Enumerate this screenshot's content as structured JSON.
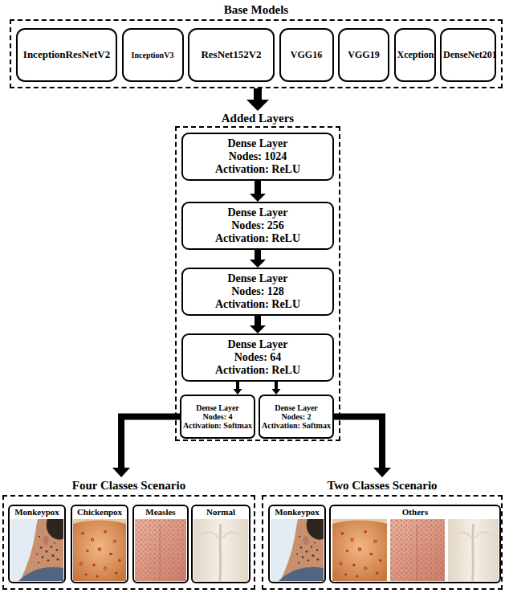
{
  "diagram": {
    "nodes": [
      {
        "text": [
          "Base Models"
        ]
      },
      {
        "text": [
          "InceptionResNetV2"
        ],
        "in": 0
      },
      {
        "text": [
          "InceptionV3"
        ],
        "in": 0
      },
      {
        "text": [
          "ResNet152V2"
        ],
        "in": 0
      },
      {
        "text": [
          "VGG16"
        ],
        "in": 0
      },
      {
        "text": [
          "VGG19"
        ],
        "in": 0
      },
      {
        "text": [
          "Xception"
        ],
        "in": 0
      },
      {
        "text": [
          "DenseNet201"
        ],
        "in": 0
      },
      {
        "text": [
          "Added Layers"
        ]
      },
      {
        "text": [
          "Dense Layer",
          "Nodes: 1024",
          "Activation: ReLU"
        ],
        "in": 8
      },
      {
        "text": [
          "Dense Layer",
          "Nodes: 256",
          "Activation: ReLU"
        ],
        "in": 8
      },
      {
        "text": [
          "Dense Layer",
          "Nodes: 128",
          "Activation: ReLU"
        ],
        "in": 8
      },
      {
        "text": [
          "Dense Layer",
          "Nodes: 64",
          "Activation: ReLU"
        ],
        "in": 8
      },
      {
        "text": [
          "Dense Layer",
          "Nodes: 4",
          "Activation: Softmax"
        ],
        "in": 8
      },
      {
        "text": [
          "Dense Layer",
          "Nodes: 2",
          "Activation: Softmax"
        ],
        "in": 8
      },
      {
        "text": [
          "Four Classes Scenario"
        ]
      },
      {
        "text": [
          "Monkeypox"
        ],
        "in": 15
      },
      {
        "text": [
          "Chickenpox"
        ],
        "in": 15
      },
      {
        "text": [
          "Measles"
        ],
        "in": 15
      },
      {
        "text": [
          "Normal"
        ],
        "in": 15
      },
      {
        "text": [
          "Two Classes Scenario"
        ]
      },
      {
        "text": [
          "Monkeypox"
        ],
        "in": 20
      },
      {
        "text": [
          "Others"
        ],
        "in": 20
      }
    ],
    "edges": [
      {
        "from": 0,
        "to": 8,
        "arrow": "to"
      },
      {
        "from": 9,
        "to": 10,
        "arrow": "to"
      },
      {
        "from": 10,
        "to": 11,
        "arrow": "to"
      },
      {
        "from": 11,
        "to": 12,
        "arrow": "to"
      },
      {
        "from": 12,
        "to": 13,
        "arrow": "to"
      },
      {
        "from": 12,
        "to": 14,
        "arrow": "to"
      },
      {
        "from": 13,
        "to": 15,
        "arrow": "to"
      },
      {
        "from": 14,
        "to": 20,
        "arrow": "to"
      }
    ]
  }
}
